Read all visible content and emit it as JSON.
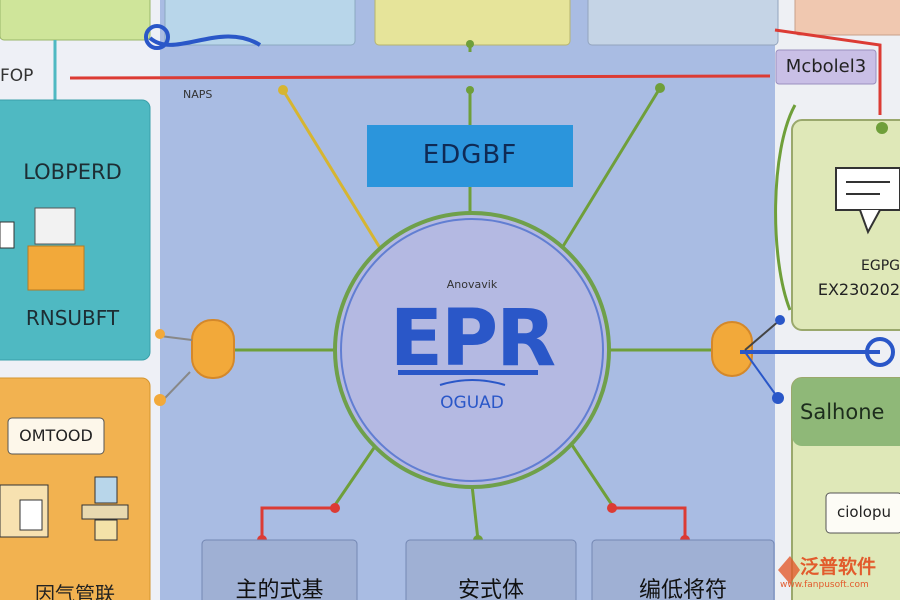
{
  "header": {
    "banner": "EDGBF"
  },
  "hub": {
    "small_text": "Anovavik",
    "title": "EPR",
    "sub_text": "OGUAD"
  },
  "left": {
    "top_tag": "FOP",
    "top_small": "NAPS",
    "panel1_title": "LOBPERD",
    "panel1_footer": "RNSUBFT",
    "panel2_title": "OMTOOD",
    "panel2_footer": "因气管联"
  },
  "right": {
    "tag": "Mcbolel3",
    "card_code": "EGPG",
    "card_code2": "EX230202",
    "card2_title": "Salhone",
    "card2_pill": "ciolopu"
  },
  "bottom": {
    "box1": "主的式基",
    "box2": "安式体",
    "box3": "编低将符"
  },
  "watermark": {
    "name": "泛普软件",
    "url": "www.fanpusoft.com"
  },
  "colors": {
    "background": "#a9bce3",
    "hub_fill": "#b4b9e2",
    "banner": "#2b95dc",
    "teal_panel": "#4fb9c2",
    "orange_panel": "#f2b250",
    "node_orange": "#f2a93a",
    "red_line": "#dc3b34",
    "blue_line": "#2a57c8",
    "green_line": "#6f9f3a",
    "yellow_line": "#d6b531"
  }
}
